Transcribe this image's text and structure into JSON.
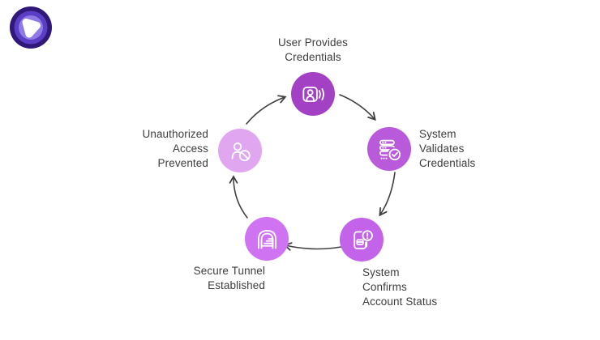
{
  "brand": {
    "logo": "vpn-brand-logo",
    "outer_color": "#2f1877",
    "mid_color": "#5b3ec6",
    "inner_color": "#8f7ae6",
    "pick_color": "#ffffff"
  },
  "diagram": {
    "type": "circular-flow",
    "text_color": "#3d3d3d",
    "arrow_color": "#404040",
    "nodes": [
      {
        "id": "user-provides-credentials",
        "label": "User Provides\nCredentials",
        "icon": "user-broadcast-icon",
        "color": "#a341c4",
        "position": "top"
      },
      {
        "id": "system-validates-credentials",
        "label": "System\nValidates\nCredentials",
        "icon": "server-check-icon",
        "color": "#b85ad9",
        "position": "right"
      },
      {
        "id": "system-confirms-account-status",
        "label": "System\nConfirms\nAccount Status",
        "icon": "document-alert-icon",
        "color": "#c363ea",
        "position": "bottom-right"
      },
      {
        "id": "secure-tunnel-established",
        "label": "Secure Tunnel\nEstablished",
        "icon": "tunnel-icon",
        "color": "#d073f2",
        "position": "bottom-left"
      },
      {
        "id": "unauthorized-access-prevented",
        "label": "Unauthorized\nAccess\nPrevented",
        "icon": "user-blocked-icon",
        "color": "#e0a7f0",
        "position": "left"
      }
    ],
    "flow_order": [
      "user-provides-credentials",
      "system-validates-credentials",
      "system-confirms-account-status",
      "secure-tunnel-established",
      "unauthorized-access-prevented"
    ]
  }
}
